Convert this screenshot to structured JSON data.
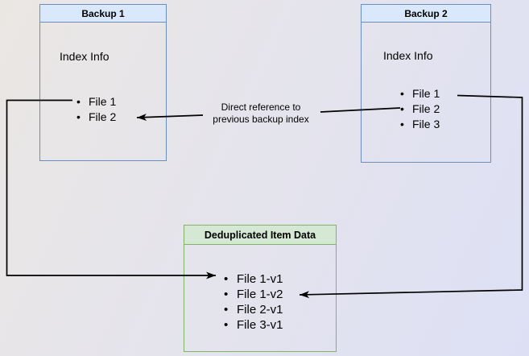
{
  "diagram": {
    "backup1": {
      "title": "Backup 1",
      "body_label": "Index Info",
      "files": [
        "File 1",
        "File 2"
      ]
    },
    "backup2": {
      "title": "Backup 2",
      "body_label": "Index Info",
      "files": [
        "File 1",
        "File 2",
        "File 3"
      ]
    },
    "dedup": {
      "title": "Deduplicated Item Data",
      "items": [
        "File 1-v1",
        "File 1-v2",
        "File 2-v1",
        "File 3-v1"
      ]
    },
    "annotation": {
      "line1": "Direct reference to",
      "line2": "previous backup index"
    },
    "colors": {
      "blue_fill": "#dae8fc",
      "blue_border": "#6c8ebf",
      "green_fill": "#d5e8d4",
      "green_border": "#82b366",
      "line_color": "#000000",
      "bg_start": "#eae7e3",
      "bg_end": "#dde0f5"
    }
  }
}
